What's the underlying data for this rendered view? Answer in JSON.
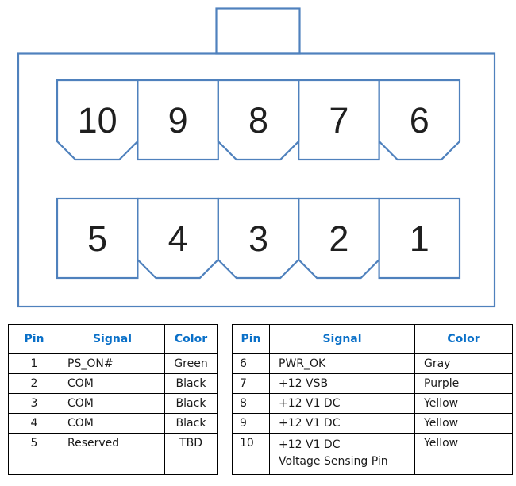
{
  "colors": {
    "connector_line": "#4f81bd",
    "table_border": "#000000",
    "header_text": "#0a70c8",
    "body_text": "#1a1a1a"
  },
  "connector": {
    "description": "10-pin connector front view with polarizing key tab on top",
    "top_row": [
      {
        "pin": "10",
        "shape": "chamfered-bottom"
      },
      {
        "pin": "9",
        "shape": "square"
      },
      {
        "pin": "8",
        "shape": "chamfered-bottom"
      },
      {
        "pin": "7",
        "shape": "square"
      },
      {
        "pin": "6",
        "shape": "chamfered-bottom"
      }
    ],
    "bottom_row": [
      {
        "pin": "5",
        "shape": "square"
      },
      {
        "pin": "4",
        "shape": "chamfered-bottom"
      },
      {
        "pin": "3",
        "shape": "chamfered-bottom"
      },
      {
        "pin": "2",
        "shape": "chamfered-bottom"
      },
      {
        "pin": "1",
        "shape": "square"
      }
    ]
  },
  "tables": {
    "left": {
      "headers": {
        "pin": "Pin",
        "signal": "Signal",
        "color": "Color"
      },
      "rows": [
        {
          "pin": "1",
          "signal": "PS_ON#",
          "color": "Green"
        },
        {
          "pin": "2",
          "signal": "COM",
          "color": "Black"
        },
        {
          "pin": "3",
          "signal": "COM",
          "color": "Black"
        },
        {
          "pin": "4",
          "signal": "COM",
          "color": "Black"
        },
        {
          "pin": "5",
          "signal": "Reserved",
          "color": "TBD"
        }
      ]
    },
    "right": {
      "headers": {
        "pin": "Pin",
        "signal": "Signal",
        "color": "Color"
      },
      "rows": [
        {
          "pin": "6",
          "signal": "PWR_OK",
          "color": "Gray"
        },
        {
          "pin": "7",
          "signal": "+12 VSB",
          "color": "Purple"
        },
        {
          "pin": "8",
          "signal": "+12 V1 DC",
          "color": "Yellow"
        },
        {
          "pin": "9",
          "signal": "+12 V1 DC",
          "color": "Yellow"
        },
        {
          "pin": "10",
          "signal": "+12 V1 DC",
          "signal_line2": "Voltage Sensing Pin",
          "color": "Yellow"
        }
      ]
    }
  }
}
